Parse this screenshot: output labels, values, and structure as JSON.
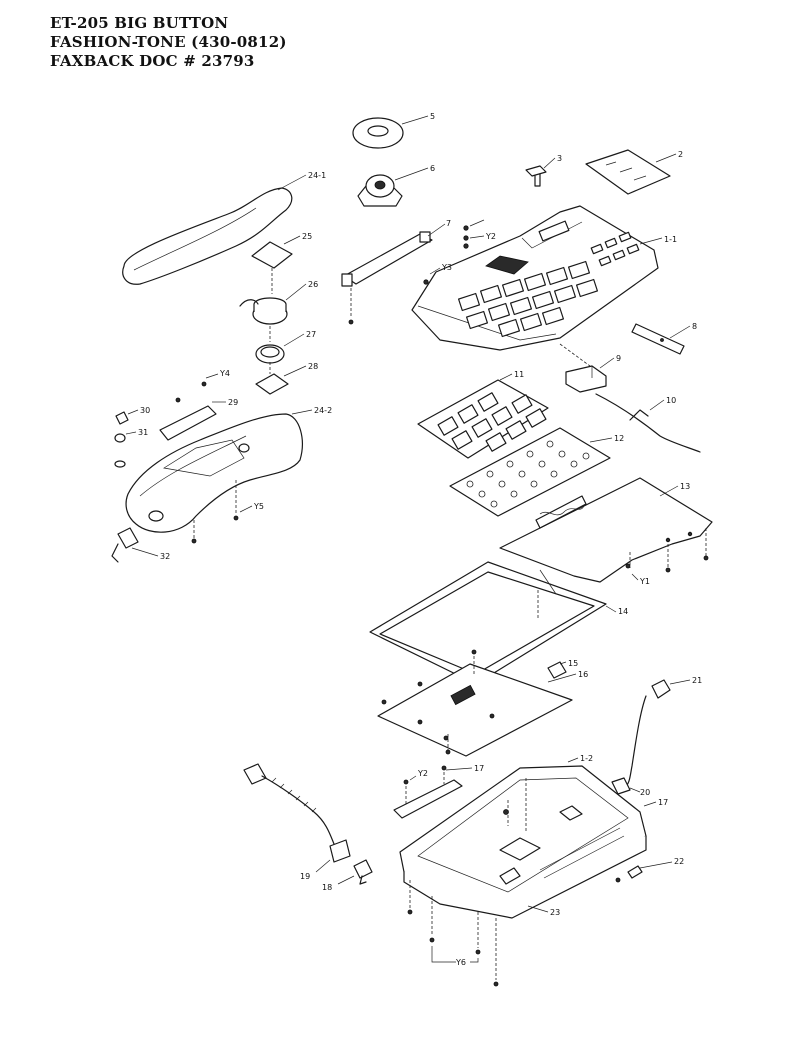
{
  "header": {
    "line1": "ET-205 BIG BUTTON",
    "line2": "FASHION-TONE  (430-0812)",
    "line3": "FAXBACK DOC # 23793"
  },
  "labels": {
    "l5": "5",
    "l6": "6",
    "l3": "3",
    "l2": "2",
    "l7": "7",
    "l241": "24-1",
    "l25": "25",
    "lY2a": "Y2",
    "lY3": "Y3",
    "l11a": "1-1",
    "l26": "26",
    "l8": "8",
    "l27": "27",
    "l9": "9",
    "l28": "28",
    "lY4": "Y4",
    "l11b": "11",
    "l30": "30",
    "l29": "29",
    "l242": "24-2",
    "l10": "10",
    "l31": "31",
    "l12": "12",
    "lY5": "Y5",
    "l13": "13",
    "l32": "32",
    "lY1": "Y1",
    "l14": "14",
    "l15": "15",
    "l16": "16",
    "l21": "21",
    "lY2b": "Y2",
    "l17a": "17",
    "l12b": "1-2",
    "l20": "20",
    "l17b": "17",
    "l19": "19",
    "l18": "18",
    "l22": "22",
    "l23": "23",
    "lY6": "Y6"
  }
}
